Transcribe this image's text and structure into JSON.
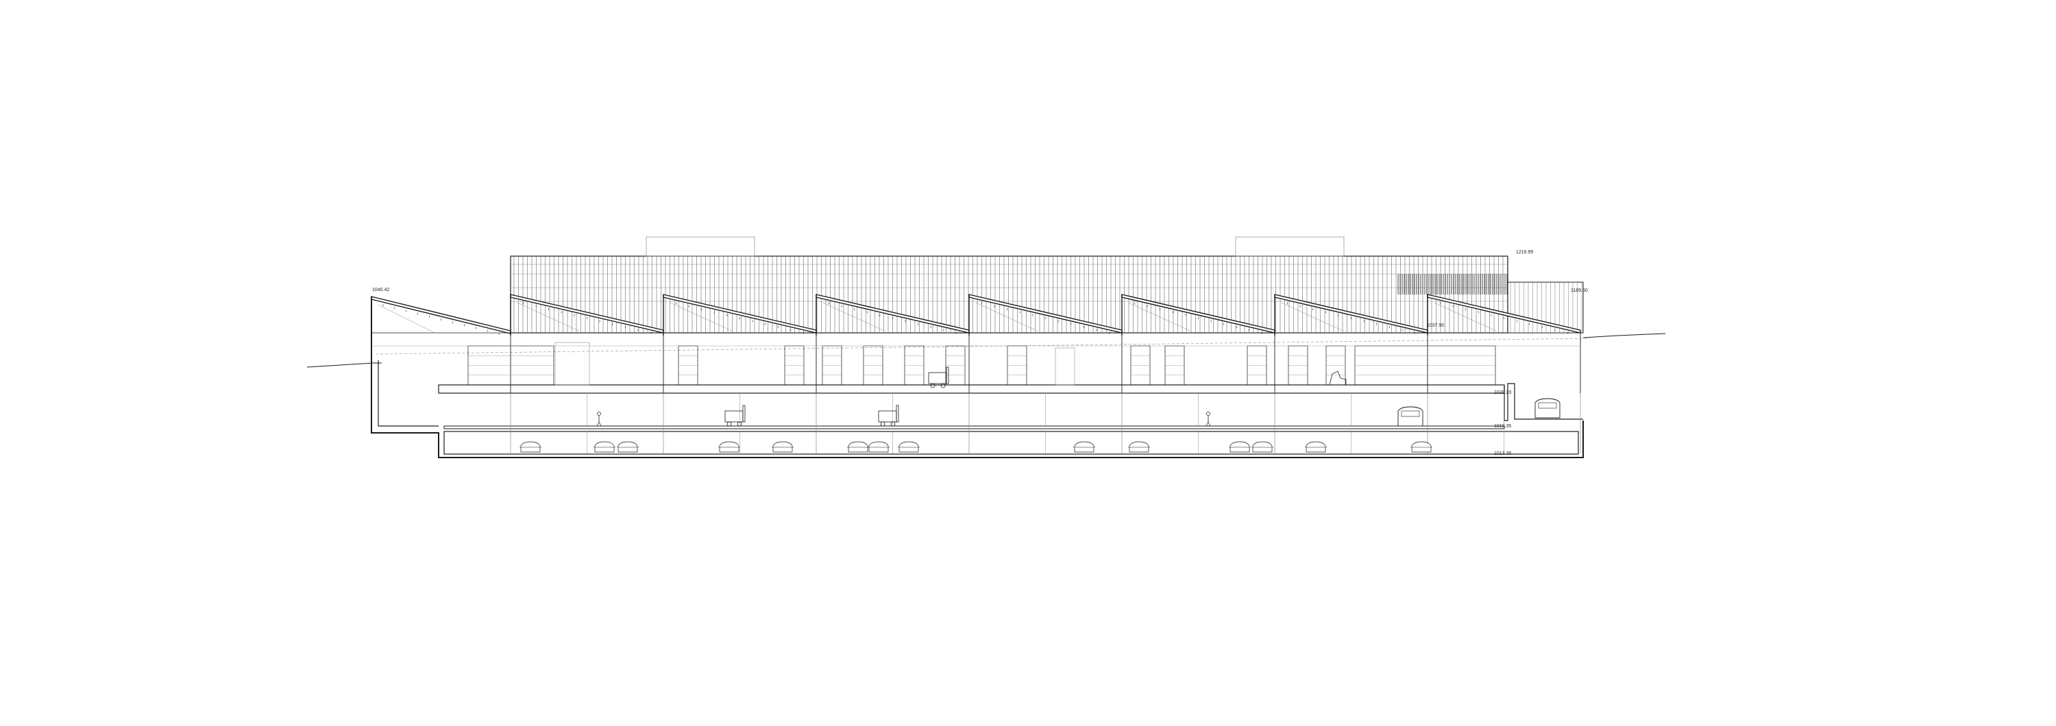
{
  "drawing": {
    "type": "architectural-section",
    "line_color": "#1a1a1a",
    "thin_line_color": "#8a8a8a",
    "background": "#ffffff"
  },
  "level_labels": {
    "roof_left": "1040.42",
    "facade_top": "1216.95",
    "right_annex_top": "1189.60",
    "sawtooth_ridge": "1037.90",
    "ground_floor": "1029.20",
    "basement_1": "1019.35",
    "basement_2": "1013.35"
  },
  "bays": {
    "count": 7
  },
  "figures": {
    "forklifts": 3,
    "vans": 2,
    "cars": 14,
    "people": 2
  }
}
